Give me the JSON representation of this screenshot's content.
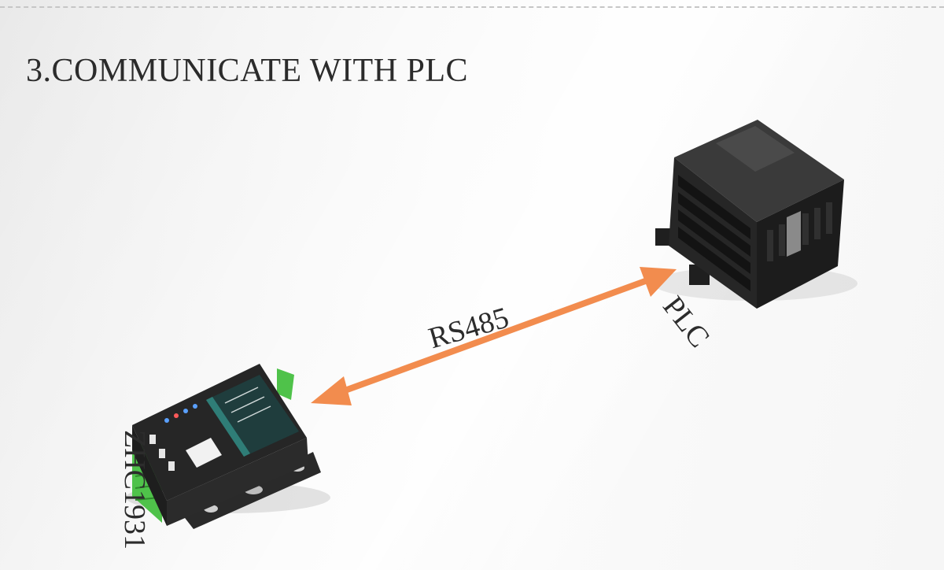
{
  "title": "3.COMMUNICATE WITH PLC",
  "link_label": "RS485",
  "plc_label": "PLC",
  "gateway_label": "ZHC1931",
  "colors": {
    "arrow": "#f28c4e",
    "device_body": "#262626",
    "terminal_green": "#4fc24a",
    "plc_body": "#2d2d2d"
  },
  "icons": [
    "gateway-device-icon",
    "plc-module-icon",
    "bidirectional-arrow-icon"
  ]
}
